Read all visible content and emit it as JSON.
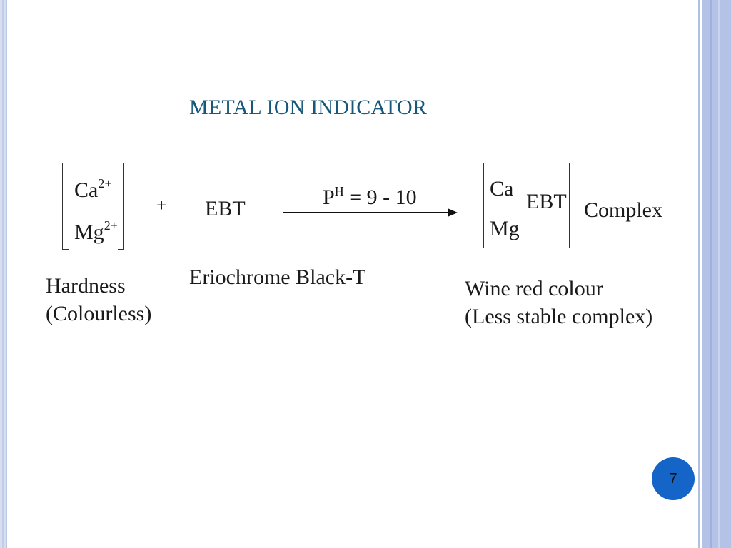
{
  "slide": {
    "title": "METAL ION INDICATOR",
    "page_number": "7"
  },
  "reaction": {
    "reactant1": {
      "ion1": "Ca",
      "ion1_charge": "2+",
      "ion2": "Mg",
      "ion2_charge": "2+",
      "label_line1": "Hardness",
      "label_line2": "(Colourless)"
    },
    "plus": "+",
    "reactant2": {
      "formula": "EBT",
      "label": "Eriochrome Black-T"
    },
    "condition": {
      "p": "P",
      "p_sup": "H",
      "value": "= 9 - 10"
    },
    "product": {
      "ion1": "Ca",
      "ion2": "Mg",
      "ligand": "EBT",
      "suffix": "Complex",
      "label_line1": "Wine red colour",
      "label_line2": "(Less stable complex)"
    }
  }
}
